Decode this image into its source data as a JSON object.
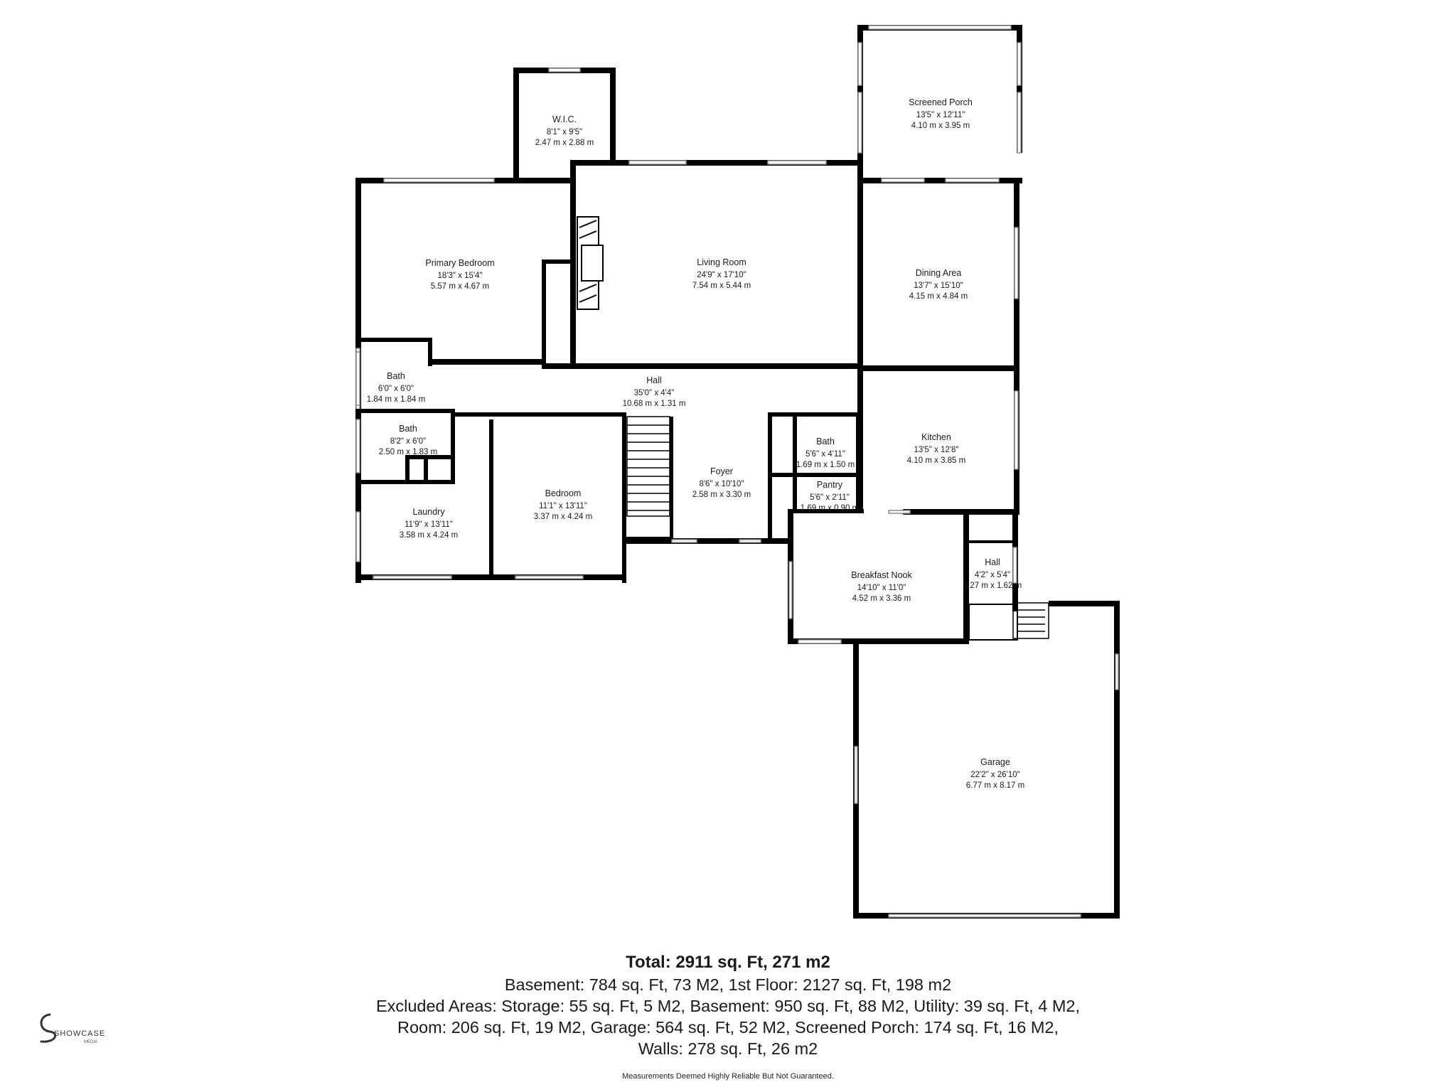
{
  "rooms": [
    {
      "name": "W.I.C.",
      "dim_imperial": "8'1\" x 9'5\"",
      "dim_metric": "2.47 m x 2.88 m"
    },
    {
      "name": "Screened Porch",
      "dim_imperial": "13'5\" x 12'11\"",
      "dim_metric": "4.10 m x 3.95 m"
    },
    {
      "name": "Primary Bedroom",
      "dim_imperial": "18'3\" x 15'4\"",
      "dim_metric": "5.57 m x 4.67 m"
    },
    {
      "name": "Living Room",
      "dim_imperial": "24'9\" x 17'10\"",
      "dim_metric": "7.54 m x 5.44 m"
    },
    {
      "name": "Dining Area",
      "dim_imperial": "13'7\" x 15'10\"",
      "dim_metric": "4.15 m x 4.84 m"
    },
    {
      "name": "Bath",
      "dim_imperial": "6'0\" x 6'0\"",
      "dim_metric": "1.84 m x 1.84 m"
    },
    {
      "name": "Hall",
      "dim_imperial": "35'0\" x 4'4\"",
      "dim_metric": "10.68 m x 1.31 m"
    },
    {
      "name": "Bath",
      "dim_imperial": "8'2\" x 6'0\"",
      "dim_metric": "2.50 m x 1.83 m"
    },
    {
      "name": "Kitchen",
      "dim_imperial": "13'5\" x 12'8\"",
      "dim_metric": "4.10 m x 3.85 m"
    },
    {
      "name": "Bath",
      "dim_imperial": "5'6\" x 4'11\"",
      "dim_metric": "1.69 m x 1.50 m"
    },
    {
      "name": "Foyer",
      "dim_imperial": "8'6\" x 10'10\"",
      "dim_metric": "2.58 m x 3.30 m"
    },
    {
      "name": "Bedroom",
      "dim_imperial": "11'1\" x 13'11\"",
      "dim_metric": "3.37 m x 4.24 m"
    },
    {
      "name": "Pantry",
      "dim_imperial": "5'6\" x 2'11\"",
      "dim_metric": "1.69 m x 0.90 m"
    },
    {
      "name": "Laundry",
      "dim_imperial": "11'9\" x 13'11\"",
      "dim_metric": "3.58 m x 4.24 m"
    },
    {
      "name": "Hall",
      "dim_imperial": "4'2\" x 5'4\"",
      "dim_metric": "1.27 m x 1.62 m"
    },
    {
      "name": "Breakfast Nook",
      "dim_imperial": "14'10\" x 11'0\"",
      "dim_metric": "4.52 m x 3.36 m"
    },
    {
      "name": "Garage",
      "dim_imperial": "22'2\" x 26'10\"",
      "dim_metric": "6.77 m x 8.17 m"
    }
  ],
  "summary": {
    "total": "Total: 2911 sq. Ft, 271 m2",
    "lines": [
      "Basement: 784 sq. Ft, 73 M2, 1st Floor: 2127 sq. Ft, 198 m2",
      "Excluded Areas: Storage: 55 sq. Ft, 5 M2, Basement: 950 sq. Ft, 88 M2, Utility: 39 sq. Ft, 4 M2,",
      "Room: 206 sq. Ft, 19 M2, Garage: 564 sq. Ft, 52 M2, Screened Porch: 174 sq. Ft, 16 M2,",
      "Walls: 278 sq. Ft, 26 m2"
    ],
    "disclaimer": "Measurements Deemed Highly Reliable But Not Guaranteed."
  },
  "logo": {
    "text": "SHOWCASE",
    "subtext": "MEDIA"
  }
}
